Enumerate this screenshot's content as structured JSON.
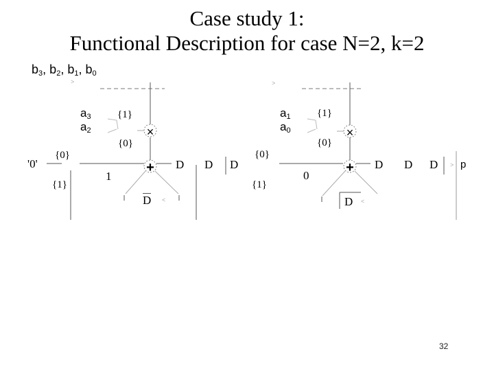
{
  "slide": {
    "title_line1": "Case study 1:",
    "title_line2": "Functional Description for case N=2, k=2",
    "page_number": "32"
  },
  "diagram": {
    "input_bits": {
      "b3": "b",
      "b3_sub": "3",
      "b2": "b",
      "b2_sub": "2",
      "b1": "b",
      "b1_sub": "1",
      "b0": "b",
      "b0_sub": "0",
      "sep": ","
    },
    "left_stage": {
      "a_top": "a",
      "a_top_sub": "3",
      "a_bot": "a",
      "a_bot_sub": "2",
      "mux_top_label": "{1}",
      "mux_bot_label": "{0}",
      "multiplier_symbol": "×",
      "adder_symbol": "+",
      "input_const": "'0'",
      "sel_mux_top": "{0}",
      "sel_mux_bot": "{1}",
      "wire_value": "1",
      "adder_out": "D",
      "feedback_label": "D",
      "delay_out_1": "D",
      "delay_out_2": "D"
    },
    "right_stage": {
      "a_top": "a",
      "a_top_sub": "1",
      "a_bot": "a",
      "a_bot_sub": "0",
      "mux_top_label": "{1}",
      "mux_bot_label": "{0}",
      "multiplier_symbol": "×",
      "adder_symbol": "+",
      "input_label": "D",
      "sel_mux_top": "{0}",
      "sel_mux_bot": "{1}",
      "wire_value": "0",
      "adder_out": "D",
      "feedback_label": "D",
      "delay_out_1": "D",
      "delay_out_2": "D",
      "output_label": "p"
    }
  }
}
